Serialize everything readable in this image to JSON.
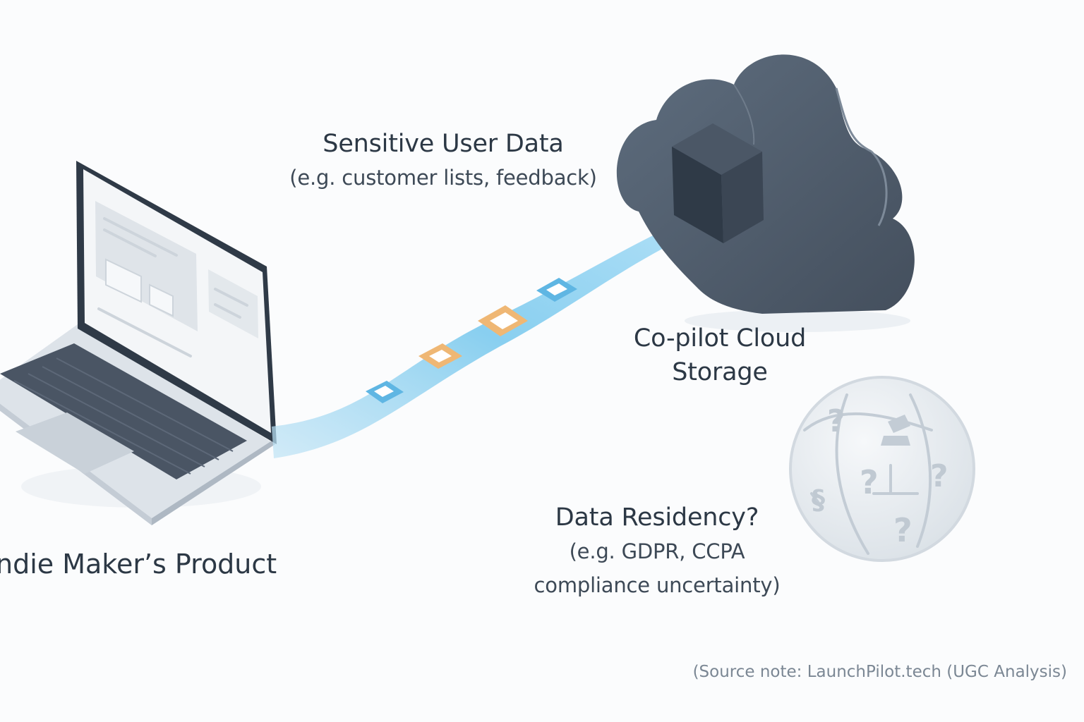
{
  "labels": {
    "sensitive_title": "Sensitive User Data",
    "sensitive_subtitle": "(e.g. customer lists, feedback)",
    "cloud_line1": "Co-pilot Cloud",
    "cloud_line2": "Storage",
    "residency_title": "Data Residency?",
    "residency_line1": "(e.g. GDPR, CCPA",
    "residency_line2": "compliance uncertainty)",
    "product": "ndie Maker’s Product",
    "source_note": "(Source note: LaunchPilot.tech (UGC Analysis)"
  },
  "globe_symbols": [
    "?",
    "?",
    "?",
    "?",
    "§",
    "?"
  ],
  "colors": {
    "background": "#fbfcfd",
    "cloud": "#4f5d6d",
    "cube": "#343f4c",
    "stream": "#6ec3ea",
    "packet_blue": "#5fb6e3",
    "packet_orange": "#efb774",
    "globe": "#e7ecf0",
    "text_dark": "#2c3845",
    "text_muted": "#7b8794"
  }
}
